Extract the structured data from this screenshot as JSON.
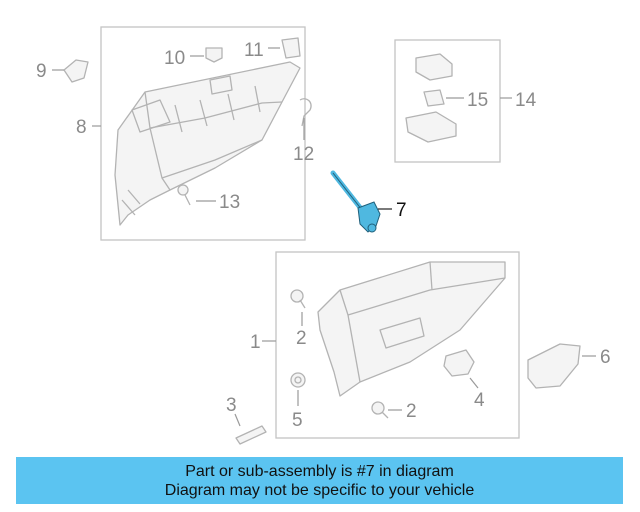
{
  "diagram": {
    "callouts": [
      {
        "id": "c1",
        "label": "1"
      },
      {
        "id": "c2a",
        "label": "2"
      },
      {
        "id": "c2b",
        "label": "2"
      },
      {
        "id": "c3",
        "label": "3"
      },
      {
        "id": "c4",
        "label": "4"
      },
      {
        "id": "c5",
        "label": "5"
      },
      {
        "id": "c6",
        "label": "6"
      },
      {
        "id": "c7",
        "label": "7"
      },
      {
        "id": "c8",
        "label": "8"
      },
      {
        "id": "c9",
        "label": "9"
      },
      {
        "id": "c10",
        "label": "10"
      },
      {
        "id": "c11",
        "label": "11"
      },
      {
        "id": "c12",
        "label": "12"
      },
      {
        "id": "c13",
        "label": "13"
      },
      {
        "id": "c14",
        "label": "14"
      },
      {
        "id": "c15",
        "label": "15"
      }
    ],
    "highlight_color": "#4fb8e0",
    "part_color": "#b3b3b3"
  },
  "banner": {
    "line1": "Part or sub-assembly is #7 in diagram",
    "line2": "Diagram may not be specific to your vehicle",
    "background": "#5bc4f1"
  }
}
